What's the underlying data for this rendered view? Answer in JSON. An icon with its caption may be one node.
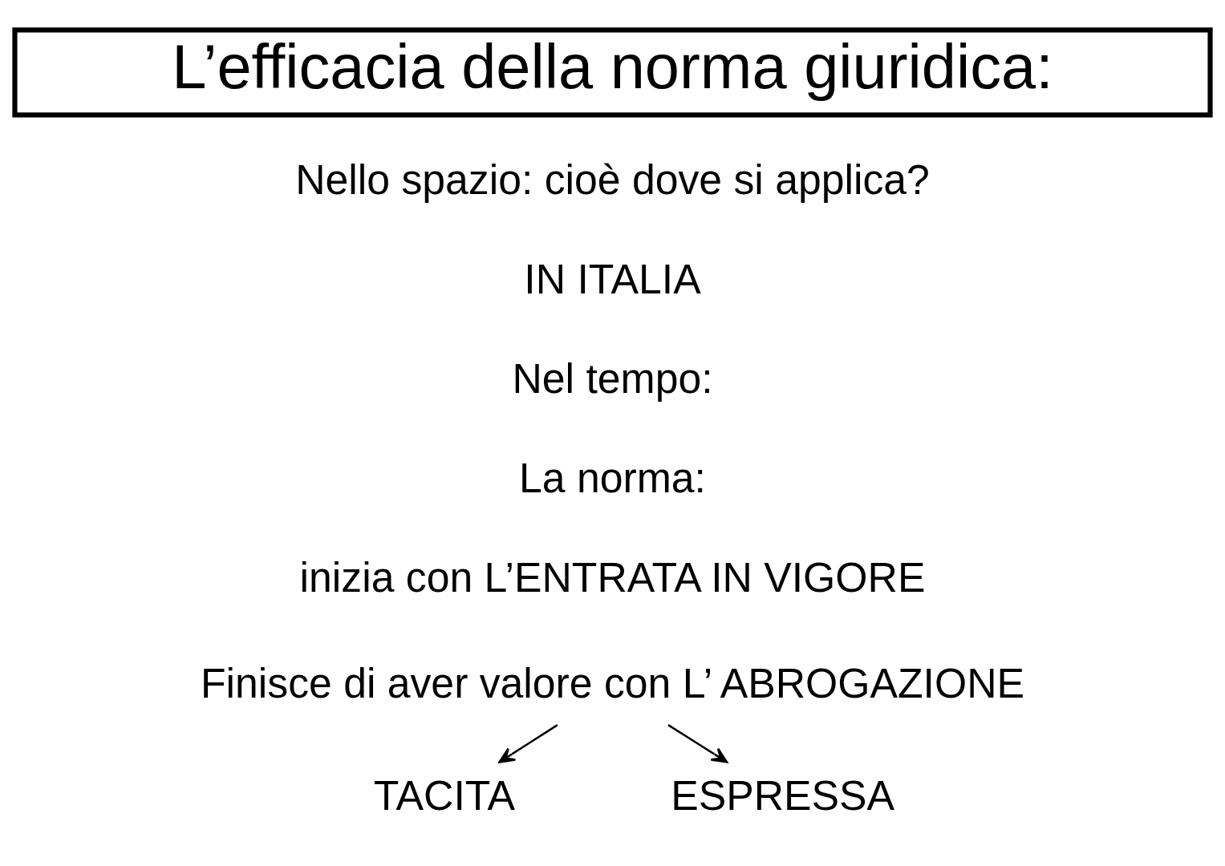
{
  "diagram": {
    "nodes": [
      {
        "text": [
          "L’efficacia della norma giuridica:"
        ]
      },
      {
        "text": [
          "Finisce di aver valore con L’ ABROGAZIONE"
        ]
      },
      {
        "text": [
          "TACITA"
        ]
      },
      {
        "text": [
          "ESPRESSA"
        ]
      }
    ],
    "edges": [
      {
        "from": 1,
        "to": 2,
        "arrow": "to"
      },
      {
        "from": 1,
        "to": 3,
        "arrow": "to"
      }
    ],
    "labels": [
      "Nello spazio: cioè dove si applica?",
      "IN ITALIA",
      "Nel tempo:",
      "La norma:",
      "inizia con L’ENTRATA IN VIGORE"
    ]
  }
}
